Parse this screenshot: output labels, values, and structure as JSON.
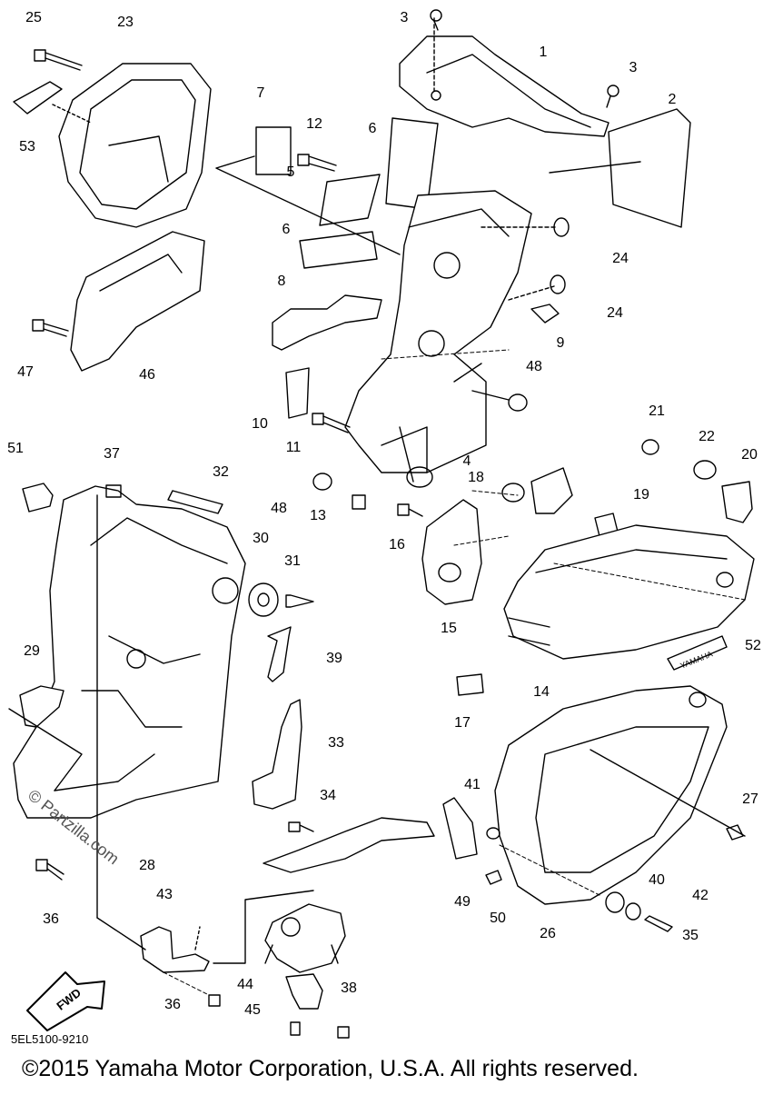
{
  "diagram": {
    "callouts": [
      "25",
      "23",
      "53",
      "3",
      "1",
      "3",
      "2",
      "7",
      "12",
      "6",
      "5",
      "6",
      "24",
      "24",
      "8",
      "9",
      "48",
      "10",
      "11",
      "4",
      "47",
      "46",
      "21",
      "22",
      "20",
      "51",
      "37",
      "32",
      "48",
      "13",
      "18",
      "19",
      "16",
      "30",
      "31",
      "15",
      "52",
      "39",
      "29",
      "14",
      "17",
      "33",
      "27",
      "34",
      "41",
      "28",
      "40",
      "42",
      "35",
      "36",
      "43",
      "49",
      "50",
      "26",
      "44",
      "38",
      "36",
      "45"
    ],
    "fwd_label": "FWD",
    "code": "5EL5100-9210",
    "watermark": "© Partzilla.com",
    "copyright": "©2015  Yamaha Motor Corporation, U.S.A. All rights reserved.",
    "badge_text": "YAMAHA"
  }
}
